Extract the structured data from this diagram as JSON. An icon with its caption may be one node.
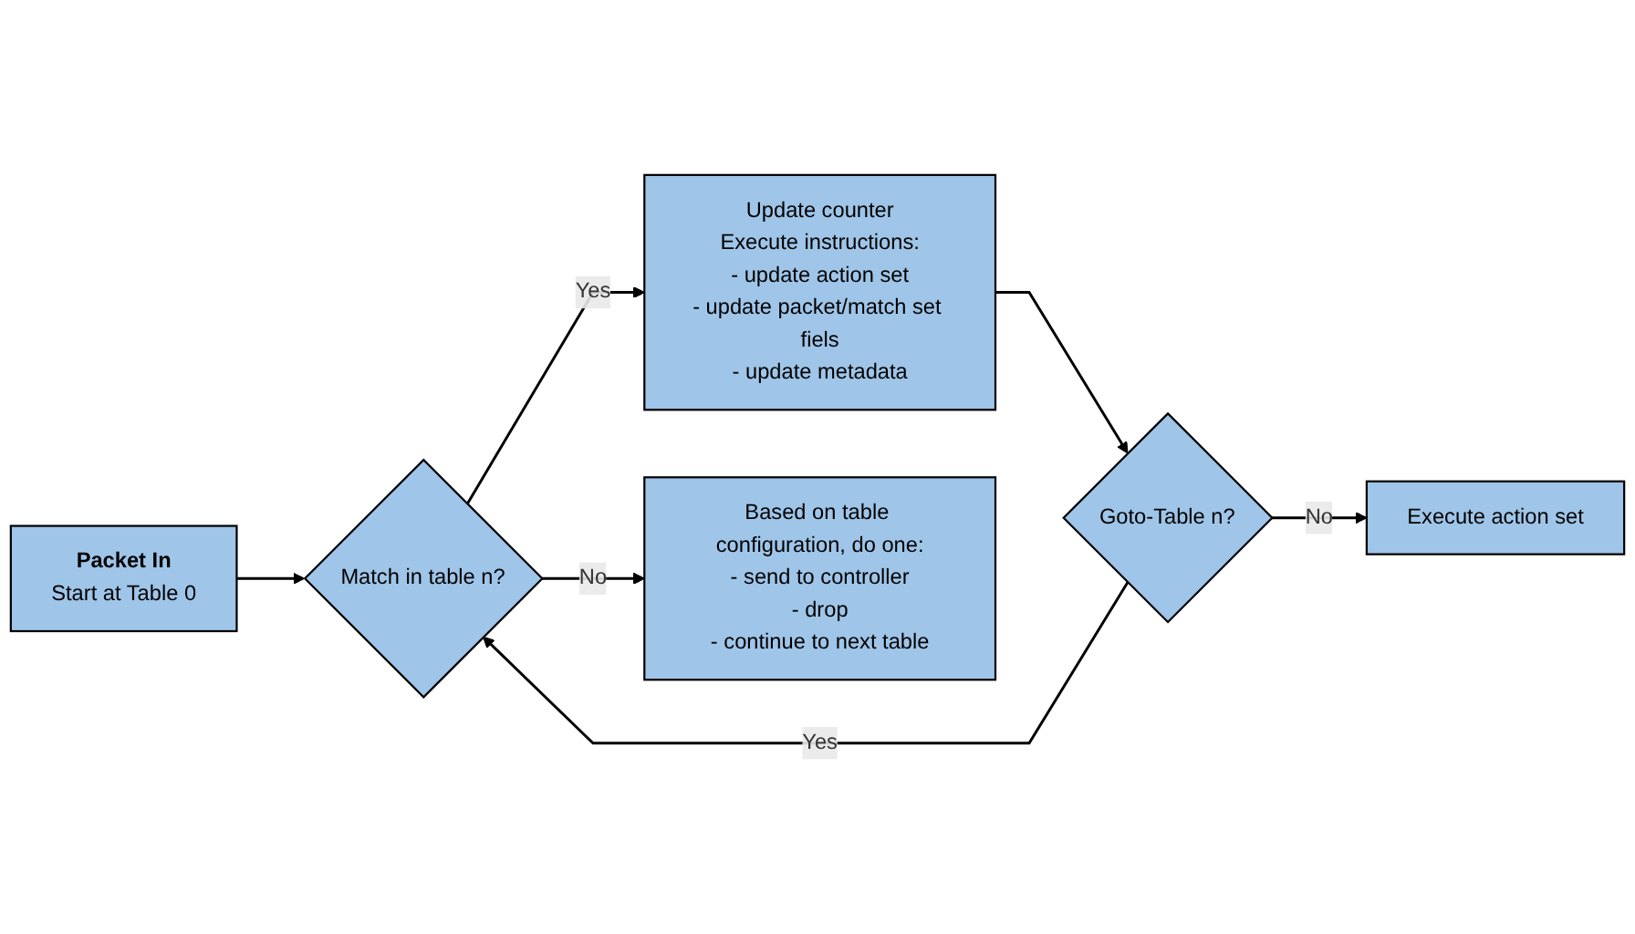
{
  "diagram": {
    "nodes": [
      {
        "text": [
          "Packet In",
          "Start at Table 0"
        ]
      },
      {
        "text": [
          "Match in table n?"
        ]
      },
      {
        "text": [
          "Update counter",
          "Execute instructions:",
          "- update action set",
          "- update packet/match set fiels",
          "- update metadata"
        ]
      },
      {
        "text": [
          "Goto-Table n?"
        ]
      },
      {
        "text": [
          "Based on table configuration, do one:",
          "- send to controller",
          "- drop",
          "- continue to next table"
        ]
      },
      {
        "text": [
          "Execute action set"
        ]
      }
    ],
    "edges": [
      {
        "from": 0,
        "to": 1,
        "arrow": "to"
      },
      {
        "from": 1,
        "to": 2,
        "arrow": "to",
        "label": "Yes"
      },
      {
        "from": 2,
        "to": 3,
        "arrow": "to"
      },
      {
        "from": 3,
        "to": 1,
        "arrow": "to",
        "label": "Yes"
      },
      {
        "from": 1,
        "to": 4,
        "arrow": "to",
        "label": "No"
      },
      {
        "from": 3,
        "to": 5,
        "arrow": "to",
        "label": "No"
      }
    ]
  }
}
